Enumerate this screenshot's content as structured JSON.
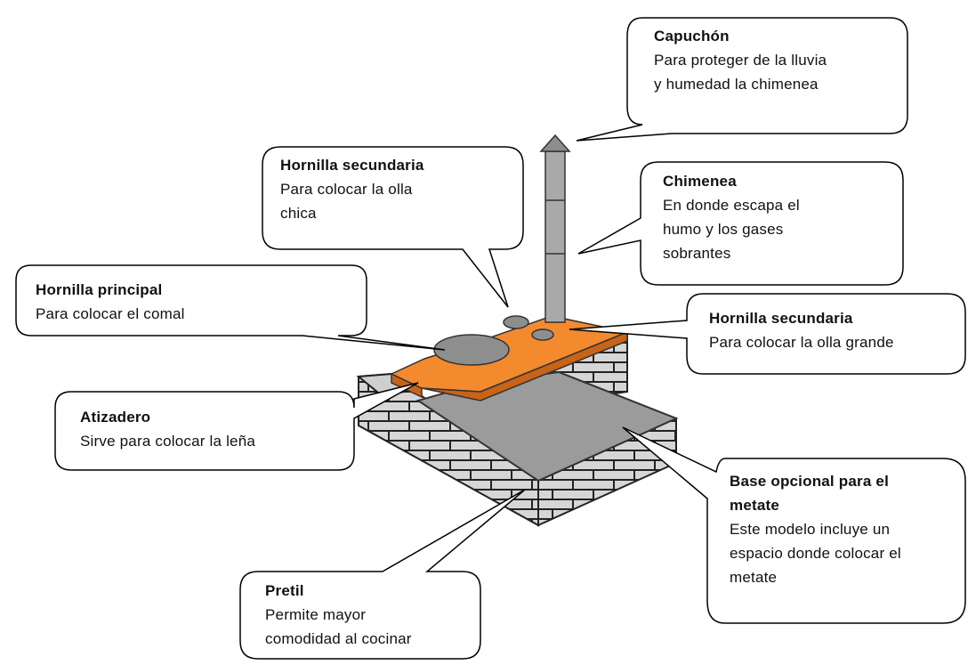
{
  "colors": {
    "orange_top": "#f38a2e",
    "orange_edge": "#c86418",
    "brick_light": "#d4d4d4",
    "brick_mortar": "#2a2a2a",
    "concrete": "#9a9a9a",
    "chimney": "#a8a8a8",
    "callout_border": "#000000"
  },
  "callouts": {
    "capuchon": {
      "title": "Capuchón",
      "desc": "Para proteger de la lluvia\ny humedad la chimenea"
    },
    "hornilla_sec_top": {
      "title": "Hornilla secundaria",
      "desc": "Para colocar la olla\nchica"
    },
    "chimenea": {
      "title": "Chimenea",
      "desc": "En donde escapa el\nhumo y los gases\nsobrantes"
    },
    "hornilla_principal": {
      "title": "Hornilla principal",
      "desc": "Para colocar el comal"
    },
    "hornilla_sec_right": {
      "title": "Hornilla secundaria",
      "desc": "Para colocar la olla grande"
    },
    "atizadero": {
      "title": "Atizadero",
      "desc": "Sirve para colocar la leña"
    },
    "base_metate": {
      "title": "Base opcional para el\nmetate",
      "desc": "Este modelo incluye un\nespacio donde colocar el\nmetate"
    },
    "pretil": {
      "title": "Pretil",
      "desc": "Permite mayor\ncomodidad al cocinar"
    }
  }
}
